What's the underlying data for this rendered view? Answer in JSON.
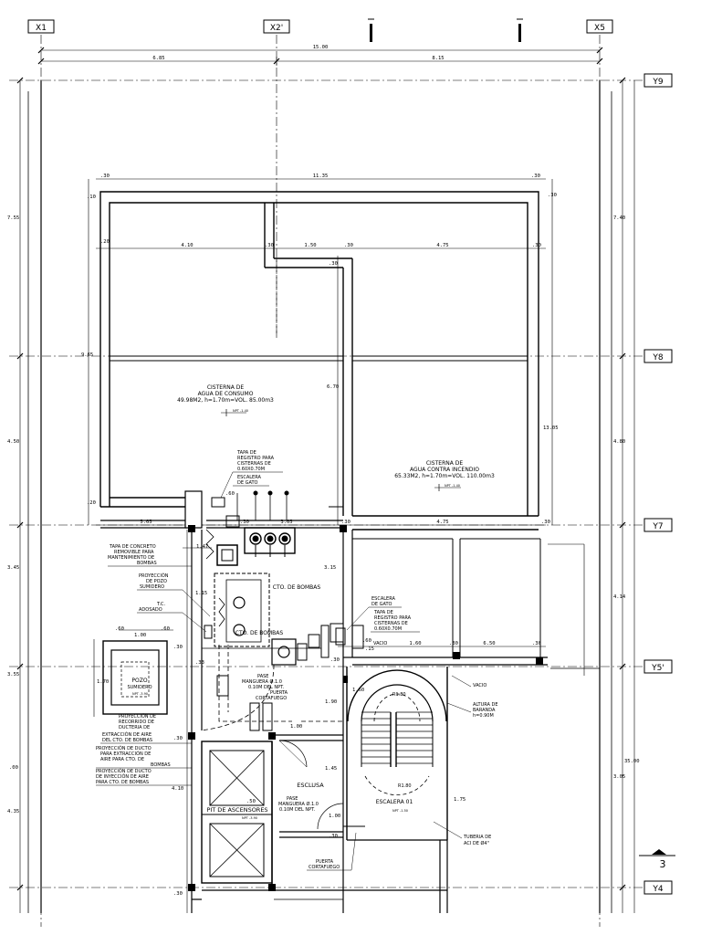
{
  "grid": {
    "columns": [
      "X1",
      "X2'",
      "X5"
    ],
    "rows": [
      "Y9",
      "Y8",
      "Y7",
      "Y5'",
      "Y4"
    ]
  },
  "dims": {
    "top_total": "15.00",
    "top_left": "6.85",
    "top_right": "8.15",
    "inner_top": "11.35",
    "inner_left": "4.10",
    "inner_mid": "1.50",
    "inner_right": "4.75",
    "left_upper": "7.55",
    "left_mid": "4.50",
    "left_lower": "3.45",
    "left_y5": "3.55",
    "left_bot1": ".00",
    "left_bot2": "4.35",
    "right_upper": "7.40",
    "right_mid": "4.80",
    "right_lower": "4.14",
    "right_total": "35.00",
    "right_bot": "3.05",
    "inner_height": "13.05",
    "cistern_h": "9.65",
    "mid_column": "6.70",
    "shaft_h": "3.15",
    "y7_left": "5.05",
    "y7_mid": "3.05",
    "y7_right": "4.75",
    "y5_right1": "1.60",
    "y5_right2": "6.50",
    "pit_h": "4.10",
    "stair_h1": "1.60",
    "stair_h2": "1.90",
    "stair_h3": "1.45",
    "stair_h4": "1.75",
    "small_30": ".30",
    "small_20": ".20",
    "small_10": ".10",
    "small_15": ".15",
    "small_60": ".60",
    "small_100": "1.00",
    "small_170": "1.70",
    "small_050": ".50",
    "small_033": ".33",
    "small_147": "1.47",
    "small_115": "1.15"
  },
  "rooms": {
    "cistern_consumo": {
      "line1": "CISTERNA DE",
      "line2": "AGUA DE CONSUMO",
      "line3": "49.98M2, h=1.70m=VOL. 85.00m3",
      "level": "NPT -1.40"
    },
    "cistern_incendio": {
      "line1": "CISTERNA DE",
      "line2": "AGUA CONTRA INCENDIO",
      "line3": "65.33M2, h=1.70m=VOL. 110.00m3",
      "level": "NPT -1.40"
    },
    "bombas": "CTO. DE BOMBAS",
    "bombas_small": "CTO. DE BOMBAS",
    "esclusa": "ESCLUSA",
    "pit": "PIT DE ASCENSORES",
    "pit_level": "NPT -3.90",
    "escalera": "ESCALERA 01",
    "escalera_level": "NPT -1.50",
    "pozo": "POZO",
    "pozo2": "SUMIDERO",
    "pozo_level": "NPT -3.90"
  },
  "notes": {
    "tapa_registro_a": [
      "TAPA DE",
      "REGISTRO PARA",
      "CISTERNAS DE",
      "0.60X0.70M"
    ],
    "escalera_gato_a": [
      "ESCALERA",
      "DE GATO"
    ],
    "tapa_concreto": [
      "TAPA DE CONCRETO",
      "REMOVIBLE PARA",
      "MANTENIMIENTO DE",
      "BOMBAS"
    ],
    "proy_pozo": [
      "PROYECCIÓN",
      "DE POZO",
      "SUMIDERO"
    ],
    "tc": [
      "T.C.",
      "ADOSADO"
    ],
    "escalera_gato_b": [
      "ESCALERA",
      "DE GATO"
    ],
    "tapa_registro_b": [
      "TAPA DE",
      "REGISTRO PARA",
      "CISTERNAS DE",
      "0.60X0.70M"
    ],
    "vacio": "VACIO",
    "vacio2": "VACIO",
    "pase_a": [
      "PASE",
      "MANGUERA Ø.1.0",
      "0.10M DEL NPT."
    ],
    "puerta_a": [
      "PUERTA",
      "CORTAFUEGO"
    ],
    "proy_ductos": [
      "PROYECCIÓN DE",
      "RECORRIDO DE",
      "DUCTERIA DE",
      "EXTRACCIÓN DE AIRE",
      "DEL CTO. DE BOMBAS"
    ],
    "proy_extraccion": [
      "PROYECCIÓN DE DUCTO",
      "PARA EXTRACCIÓN DE",
      "AIRE PARA CTO. DE",
      "BOMBAS"
    ],
    "proy_inyeccion": [
      "PROYECCIÓN DE DUCTO",
      "DE INYECCIÓN DE AIRE",
      "PARA CTO. DE BOMBAS"
    ],
    "altura_baranda": [
      "ALTURA DE",
      "BARANDA",
      "h=0.90M"
    ],
    "radius_a": "R1.80",
    "radius_b": "R1.80",
    "pase_b": [
      "PASE",
      "MANGUERA Ø.1.0",
      "0.10M DEL NPT."
    ],
    "puerta_b": [
      "PUERTA",
      "CORTAFUEGO"
    ],
    "tuberia": [
      "TUBERIA DE",
      "ACI DE Ø4\""
    ],
    "section_num": "3"
  }
}
